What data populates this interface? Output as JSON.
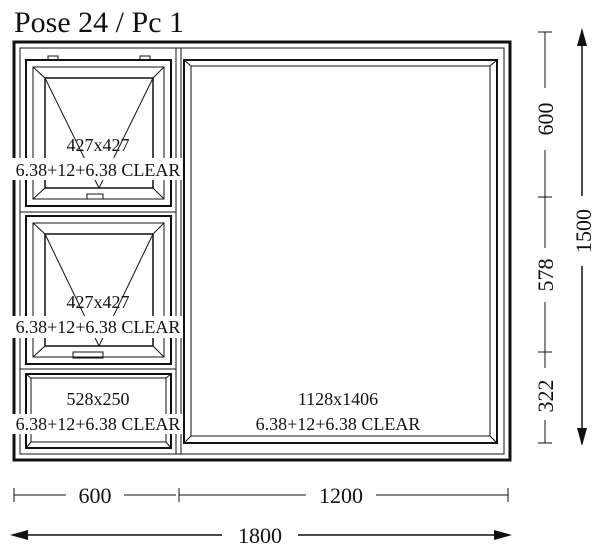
{
  "title": "Pose  24 / Pc  1",
  "panes": {
    "top_left": {
      "size": "427x427",
      "glass": "6.38+12+6.38 CLEAR"
    },
    "mid_left": {
      "size": "427x427",
      "glass": "6.38+12+6.38 CLEAR"
    },
    "bottom_left": {
      "size": "528x250",
      "glass": "6.38+12+6.38 CLEAR"
    },
    "right": {
      "size": "1128x1406",
      "glass": "6.38+12+6.38 CLEAR"
    }
  },
  "dimensions": {
    "width_left": "600",
    "width_right": "1200",
    "width_total": "1800",
    "height_top": "600",
    "height_mid": "578",
    "height_bottom": "322",
    "height_total": "1500"
  }
}
